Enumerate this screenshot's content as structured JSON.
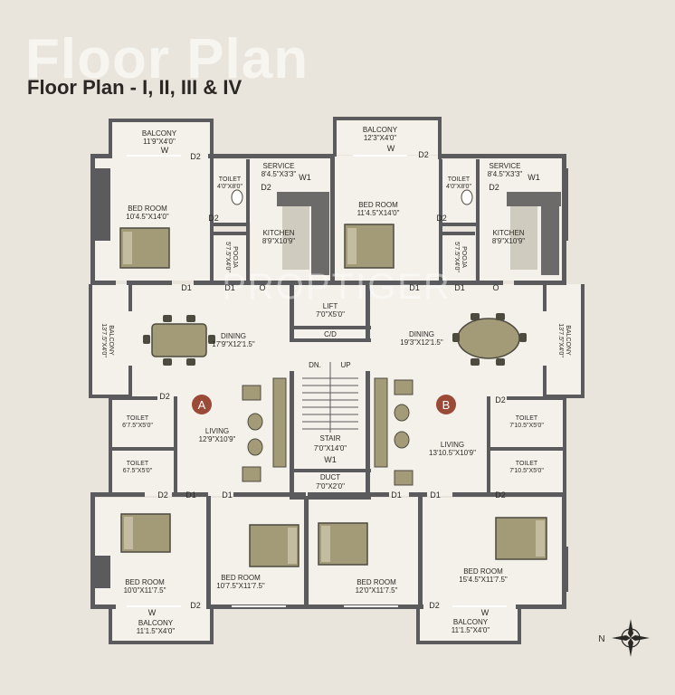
{
  "header": {
    "background_title": "Floor Plan",
    "title": "Floor Plan - I, II, III & IV",
    "watermark": "PROPTIGER"
  },
  "units": {
    "a_badge": "A",
    "b_badge": "B"
  },
  "rooms": {
    "bal_tl": {
      "name": "BALCONY",
      "size": "11'9\"X4'0\""
    },
    "bal_tr": {
      "name": "BALCONY",
      "size": "12'3\"X4'0\""
    },
    "toilet_tl": {
      "name": "TOILET",
      "size": "4'0\"X8'0\""
    },
    "toilet_tr": {
      "name": "TOILET",
      "size": "4'0\"X8'0\""
    },
    "service_l": {
      "name": "SERVICE",
      "size": "8'4.5\"X3'3\""
    },
    "service_r": {
      "name": "SERVICE",
      "size": "8'4.5\"X3'3\""
    },
    "bed_tl": {
      "name": "BED ROOM",
      "size": "10'4.5\"X14'0\""
    },
    "bed_tr": {
      "name": "BED ROOM",
      "size": "11'4.5\"X14'0\""
    },
    "kitchen_l": {
      "name": "KITCHEN",
      "size": "8'9\"X10'9\""
    },
    "kitchen_r": {
      "name": "KITCHEN",
      "size": "8'9\"X10'9\""
    },
    "pooja_l": {
      "name": "POOJA",
      "size": "5'7.5\"X4'0\""
    },
    "pooja_r": {
      "name": "POOJA",
      "size": "5'7.5\"X4'0\""
    },
    "lift": {
      "name": "LIFT",
      "size": "7'0\"X5'0\""
    },
    "cd": "C/D",
    "dn": "DN.",
    "up": "UP",
    "bal_left": {
      "name": "BALCONY",
      "size": "13'7.5\"X4'0\""
    },
    "bal_right": {
      "name": "BALCONY",
      "size": "13'7.5\"X4'0\""
    },
    "dining_a": {
      "name": "DINING",
      "size": "17'9\"X12'1.5\""
    },
    "dining_b": {
      "name": "DINING",
      "size": "19'3\"X12'1.5\""
    },
    "toilet_la": {
      "name": "TOILET",
      "size": "6'7.5\"X5'0\""
    },
    "toilet_lb": {
      "name": "TOILET",
      "size": "67.5\"X5'0\""
    },
    "toilet_ra": {
      "name": "TOILET",
      "size": "7'10.5\"X5'0\""
    },
    "toilet_rb": {
      "name": "TOILET",
      "size": "7'10.5\"X5'0\""
    },
    "living_a": {
      "name": "LIVING",
      "size": "12'9\"X10'9\""
    },
    "living_b": {
      "name": "LIVING",
      "size": "13'10.5\"X10'9\""
    },
    "stair": {
      "name": "STAIR",
      "size": "7'0\"X14'0\""
    },
    "duct": {
      "name": "DUCT",
      "size": "7'0\"X2'0\""
    },
    "bed_bl1": {
      "name": "BED ROOM",
      "size": "10'0\"X11'7.5\""
    },
    "bed_bl2": {
      "name": "BED ROOM",
      "size": "10'7.5\"X11'7.5\""
    },
    "bed_br1": {
      "name": "BED ROOM",
      "size": "12'0\"X11'7.5\""
    },
    "bed_br2": {
      "name": "BED ROOM",
      "size": "15'4.5\"X11'7.5\""
    },
    "bal_bl": {
      "name": "BALCONY",
      "size": "11'1.5\"X4'0\""
    },
    "bal_br": {
      "name": "BALCONY",
      "size": "11'1.5\"X4'0\""
    }
  },
  "doors": {
    "d1": "D1",
    "d2": "D2",
    "w": "W",
    "w1": "W1",
    "o": "O"
  },
  "compass": {
    "north": "N"
  },
  "colors": {
    "wall": "#5b5b5e",
    "floor": "#f4f1ea",
    "background": "#e9e5dc",
    "furniture": "#a39a78",
    "badge": "#9a4a36"
  }
}
